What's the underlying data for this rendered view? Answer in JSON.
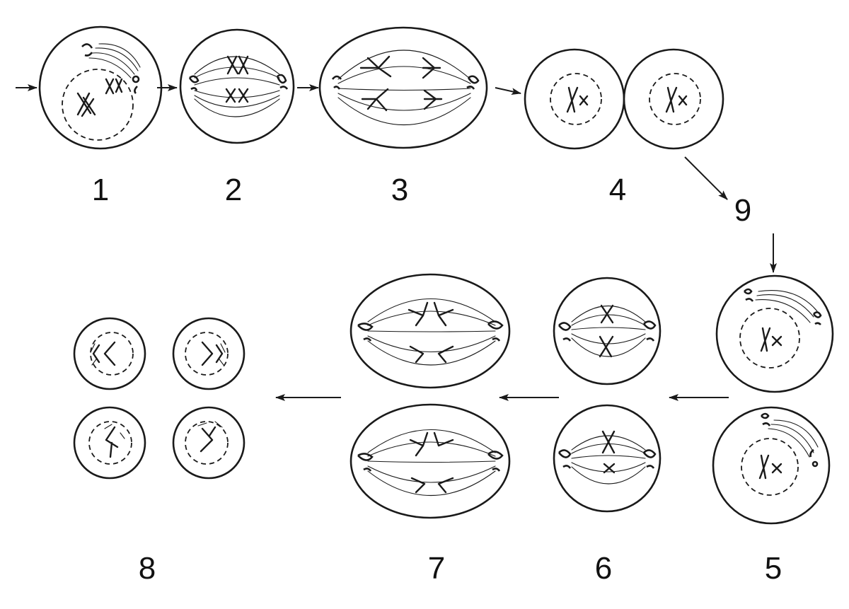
{
  "labels": {
    "s1": "1",
    "s2": "2",
    "s3": "3",
    "s4": "4",
    "s5": "5",
    "s6": "6",
    "s7": "7",
    "s8": "8",
    "s9": "9"
  }
}
